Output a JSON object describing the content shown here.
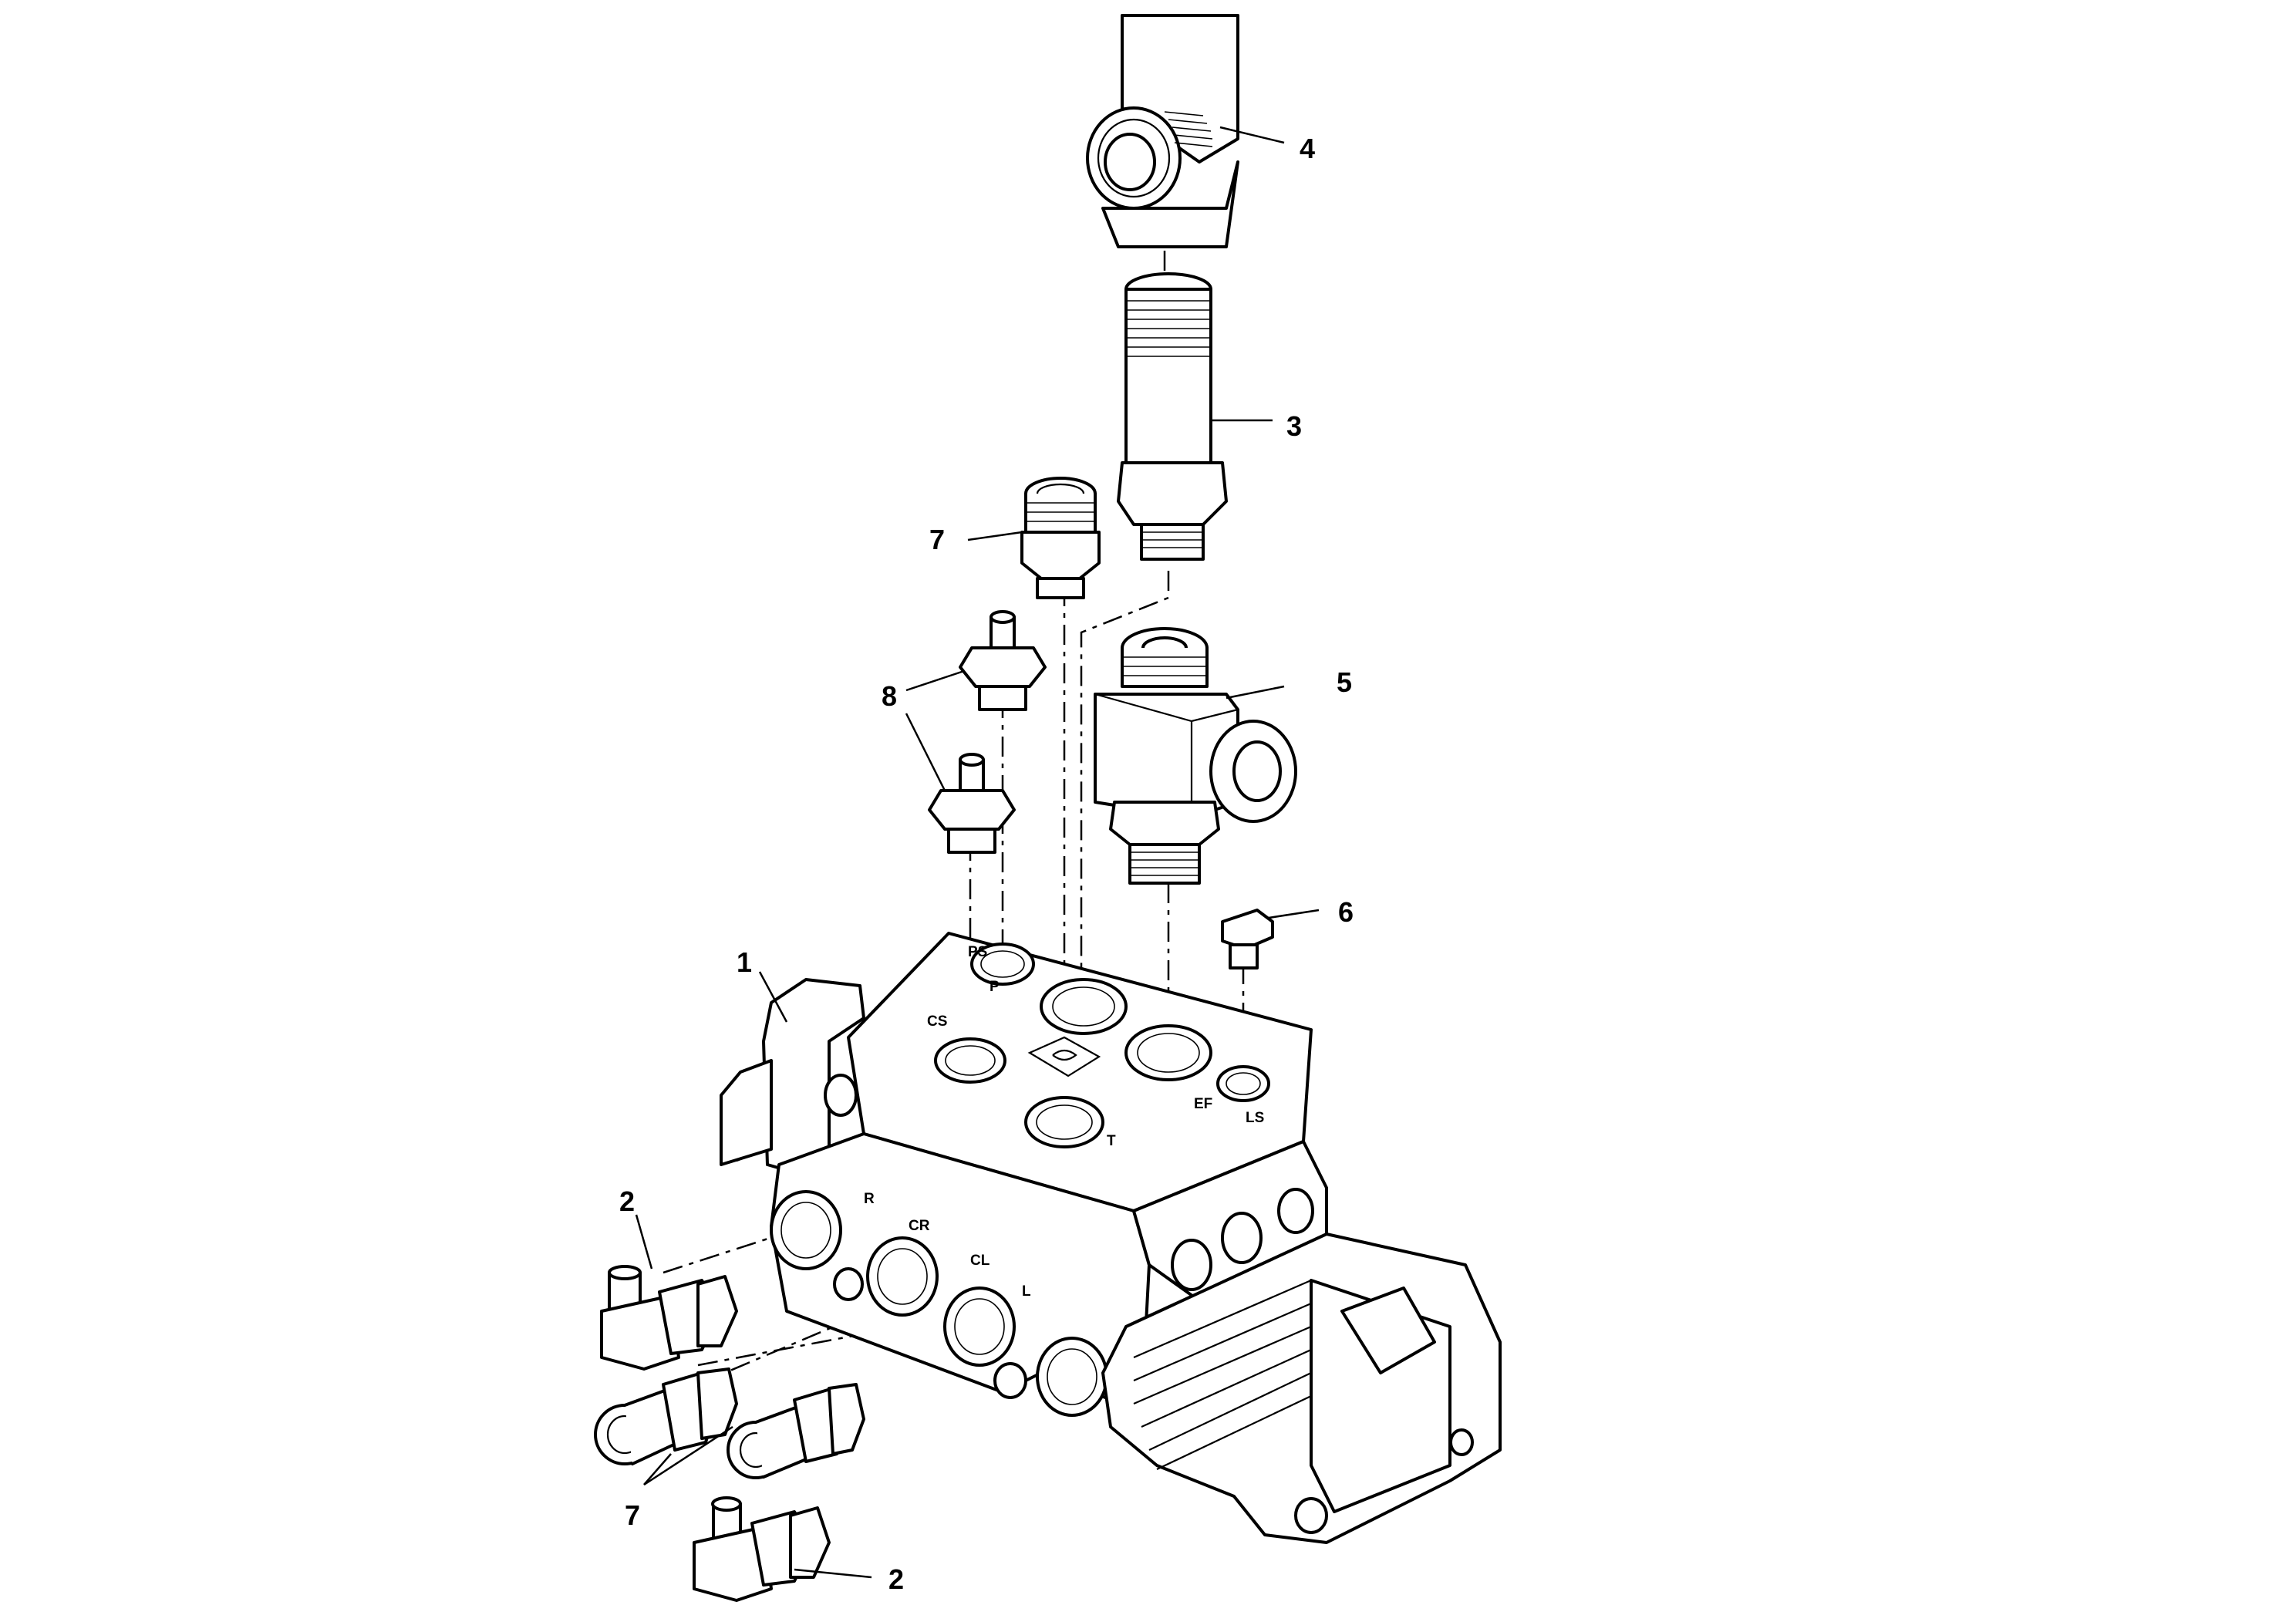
{
  "callouts": {
    "c1": "1",
    "c2a": "2",
    "c2b": "2",
    "c3": "3",
    "c4": "4",
    "c5": "5",
    "c6": "6",
    "c7a": "7",
    "c7b": "7",
    "c8": "8"
  },
  "port_labels": {
    "p": "P",
    "t": "T",
    "ls": "LS",
    "ef": "EF",
    "ps": "PS",
    "cs": "CS",
    "r": "R",
    "cr": "CR",
    "cl": "CL",
    "l": "L"
  },
  "colors": {
    "line": "#000000",
    "background": "#ffffff"
  }
}
